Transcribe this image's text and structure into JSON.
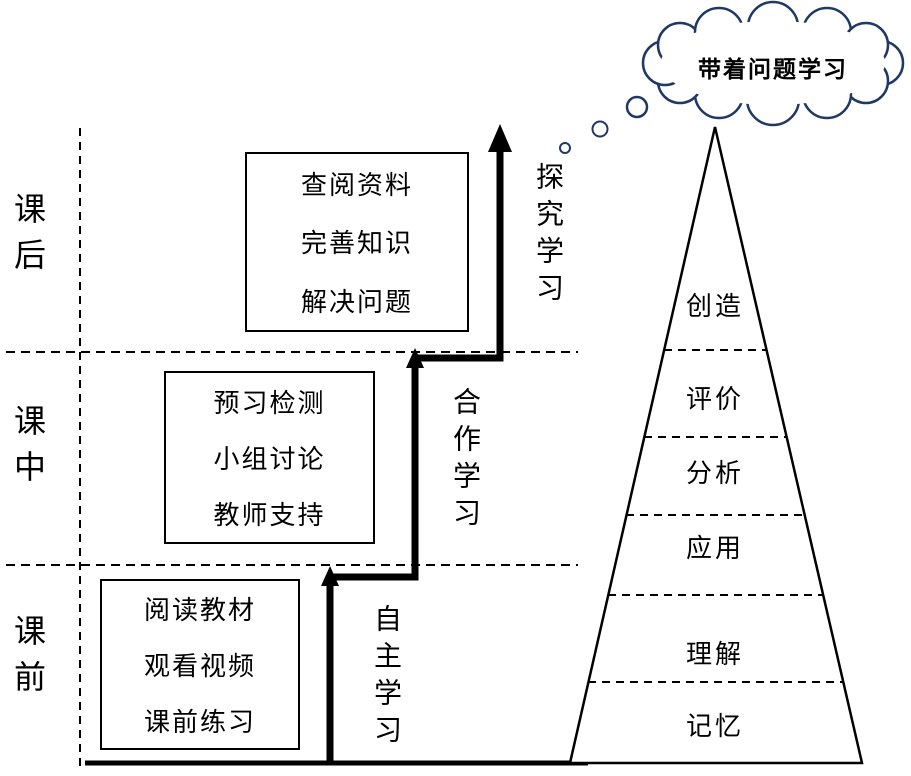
{
  "diagram": {
    "stages": [
      {
        "label": "课后",
        "activities": [
          "查阅资料",
          "完善知识",
          "解决问题"
        ],
        "learning_mode": "探究学习"
      },
      {
        "label": "课中",
        "activities": [
          "预习检测",
          "小组讨论",
          "教师支持"
        ],
        "learning_mode": "合作学习"
      },
      {
        "label": "课前",
        "activities": [
          "阅读教材",
          "观看视频",
          "课前练习"
        ],
        "learning_mode": "自主学习"
      }
    ],
    "pyramid": {
      "levels": [
        "创造",
        "评价",
        "分析",
        "应用",
        "理解",
        "记忆"
      ]
    },
    "cloud": {
      "text": "带着问题学习"
    },
    "colors": {
      "ink": "#000000",
      "cloud_outline": "#1f3864",
      "background": "#ffffff"
    }
  }
}
